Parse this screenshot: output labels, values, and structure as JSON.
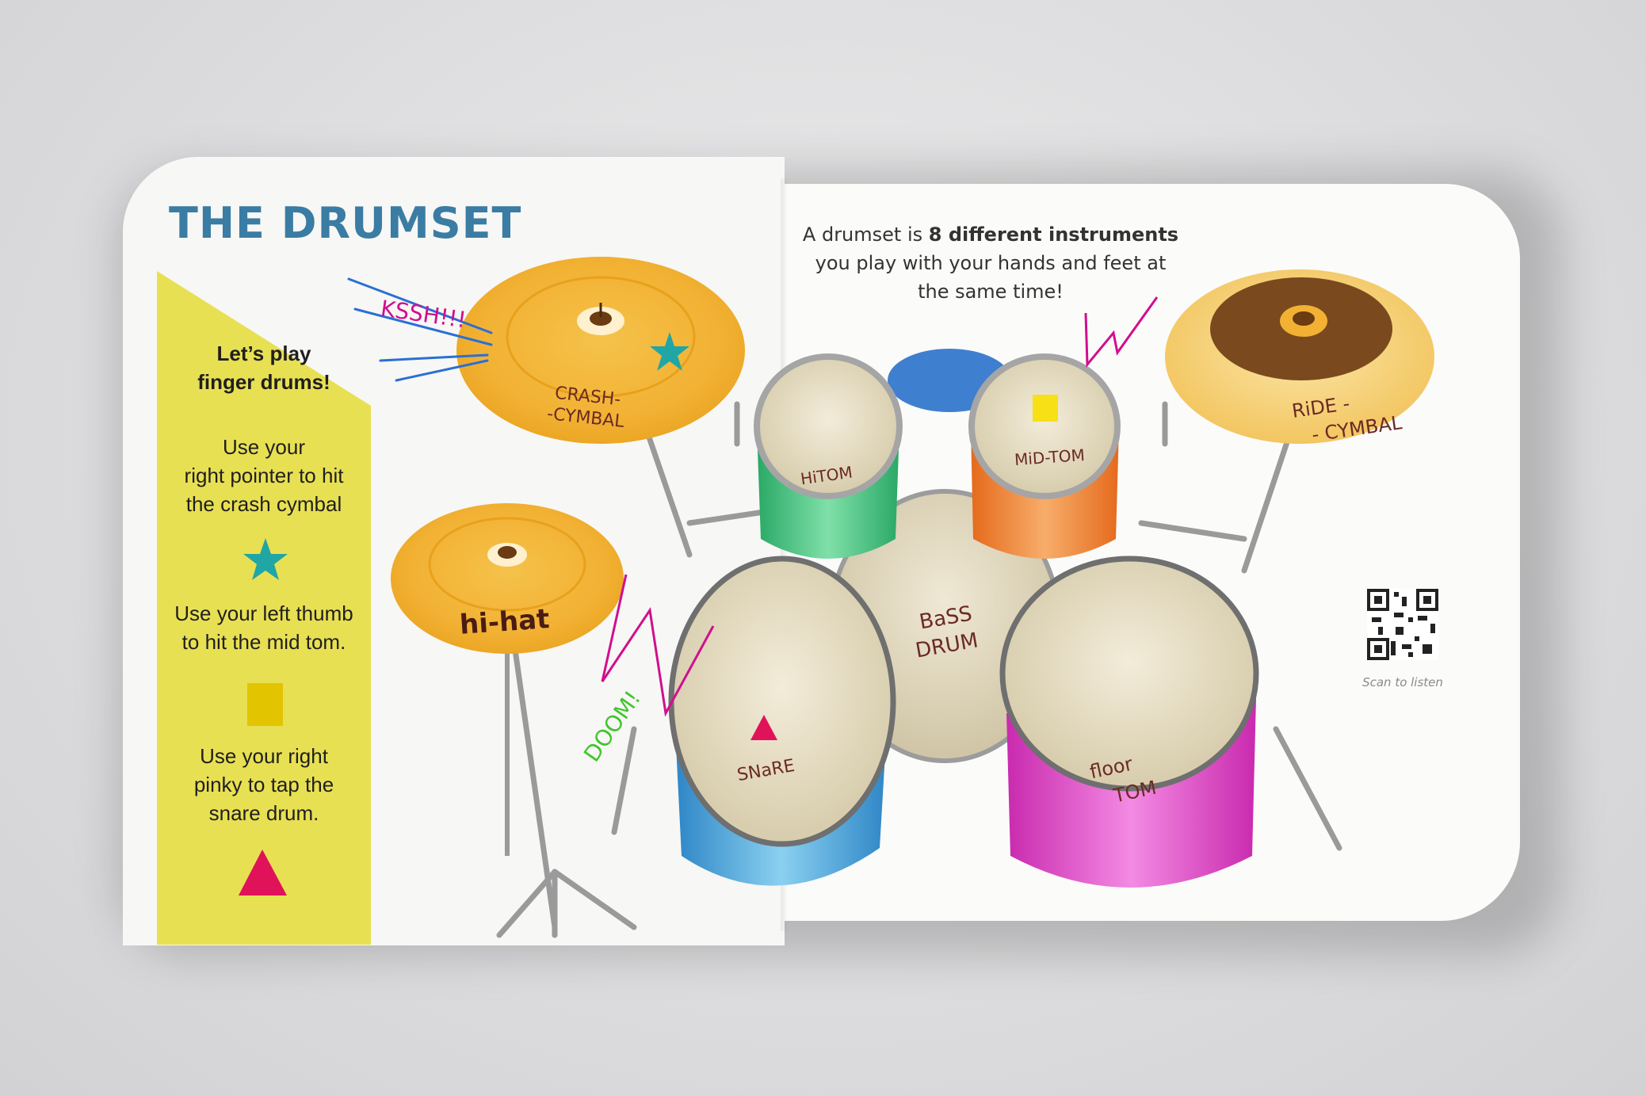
{
  "page": {
    "title": "THE DRUMSET"
  },
  "instructions": {
    "heading": [
      "Let’s play",
      "finger drums!"
    ],
    "step1": [
      "Use your",
      "right pointer to hit",
      "the crash cymbal"
    ],
    "step1_icon": "teal-star-icon",
    "step2": [
      "Use your left thumb",
      "to hit the mid tom."
    ],
    "step2_icon": "yellow-square-icon",
    "step3": [
      "Use your right",
      "pinky to tap the",
      "snare drum."
    ],
    "step3_icon": "pink-triangle-icon"
  },
  "intro": {
    "line1_prefix": "A drumset is ",
    "line1_bold": "8 different instruments",
    "line2": "you play with your hands and feet at",
    "line3": "the same time!"
  },
  "labels": {
    "crash_1": "CRASH-",
    "crash_2": "-CYMBAL",
    "hihat": "hi-hat",
    "ride_1": "RiDE -",
    "ride_2": "- CYMBAL",
    "hitom": "HiTOM",
    "midtom": "MiD-TOM",
    "bass_1": "BaSS",
    "bass_2": "DRUM",
    "snare": "SNaRE",
    "floor_1": "floor",
    "floor_2": "TOM"
  },
  "sounds": {
    "ksshh": "KSSH!!!",
    "doom": "DOOM!"
  },
  "qr": {
    "caption": "Scan to listen"
  },
  "colors": {
    "title_blue": "#3a7ca3",
    "panel_yellow": "#e8e053",
    "cymbal_gold": "#f2b63a",
    "star_teal": "#1fa6a5",
    "square_yellow": "#e2c400",
    "triangle_pink": "#e0125a",
    "hitom_green": "#33b575",
    "midtom_orange": "#f07a2a",
    "snare_blue": "#3f9fd6",
    "floor_magenta": "#e23cc5",
    "ride_brown": "#7a4a1e"
  }
}
